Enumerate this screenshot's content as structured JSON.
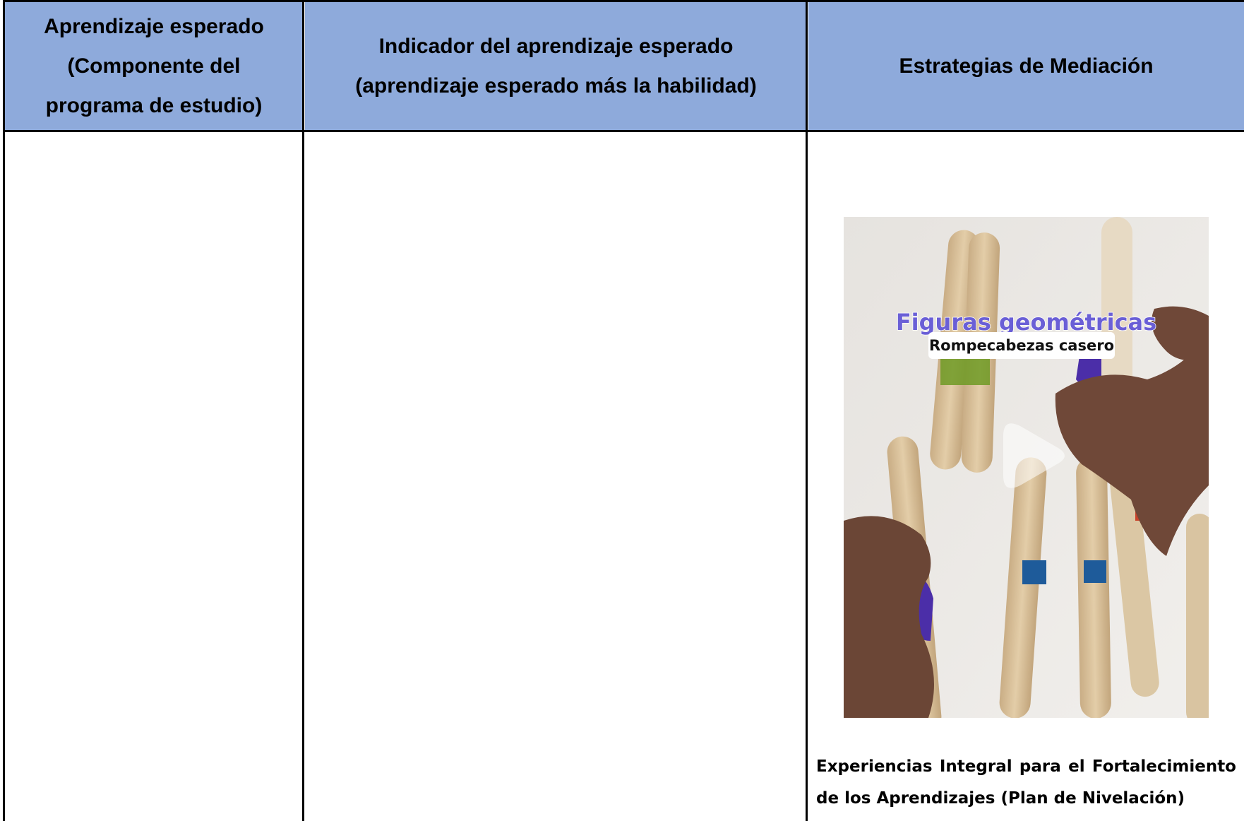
{
  "table": {
    "headers": [
      {
        "lines": [
          "Aprendizaje esperado",
          "(Componente del",
          "programa de estudio)"
        ]
      },
      {
        "lines": [
          "Indicador del aprendizaje esperado",
          "(aprendizaje esperado más la habilidad)"
        ]
      },
      {
        "lines": [
          "Estrategias de Mediación"
        ]
      }
    ],
    "header_color": "#8eaadb"
  },
  "video": {
    "title": "Figuras geométricas",
    "subtitle": "Rompecabezas casero",
    "play_icon": "play-icon"
  },
  "caption": "Experiencias Integral para el Fortalecimiento de los Aprendizajes (Plan de Nivelación)"
}
